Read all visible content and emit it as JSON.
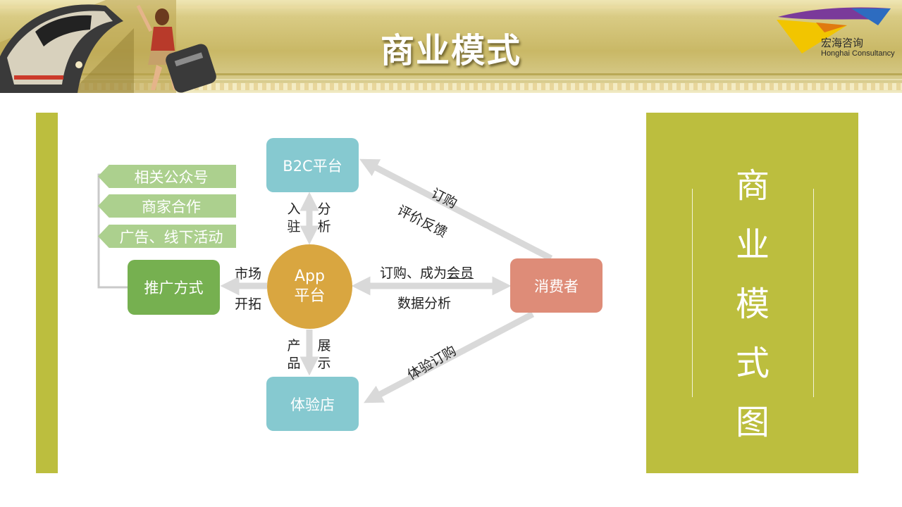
{
  "header": {
    "title": "商业模式",
    "logo_cn": "宏海咨询",
    "logo_en": "Honghai Consultancy"
  },
  "side_title": [
    "商",
    "业",
    "模",
    "式",
    "图"
  ],
  "nodes": {
    "b2c": "B2C平台",
    "app_line1": "App",
    "app_line2": "平台",
    "consumer": "消费者",
    "store": "体验店",
    "promo": "推广方式"
  },
  "promo_tags": [
    "相关公众号",
    "商家合作",
    "广告、线下活动"
  ],
  "edge_labels": {
    "app_b2c_left": [
      "入",
      "驻"
    ],
    "app_b2c_right": [
      "分",
      "析"
    ],
    "app_store_left": [
      "产",
      "品"
    ],
    "app_store_right": [
      "展",
      "示"
    ],
    "app_promo_top": "市场",
    "app_promo_bottom": "开拓",
    "app_consumer_top_a": "订购、成为",
    "app_consumer_top_b": "会员",
    "app_consumer_bottom": "数据分析",
    "consumer_b2c_a": "订购",
    "consumer_b2c_b": "评价反馈",
    "consumer_store": "体验订购"
  },
  "colors": {
    "accent": "#bcbe3e",
    "platform": "#86c9d0",
    "app": "#d9a640",
    "consumer": "#de8c78",
    "promo": "#76b050",
    "tag": "#acd08e",
    "arrow": "#d9d9d9"
  }
}
